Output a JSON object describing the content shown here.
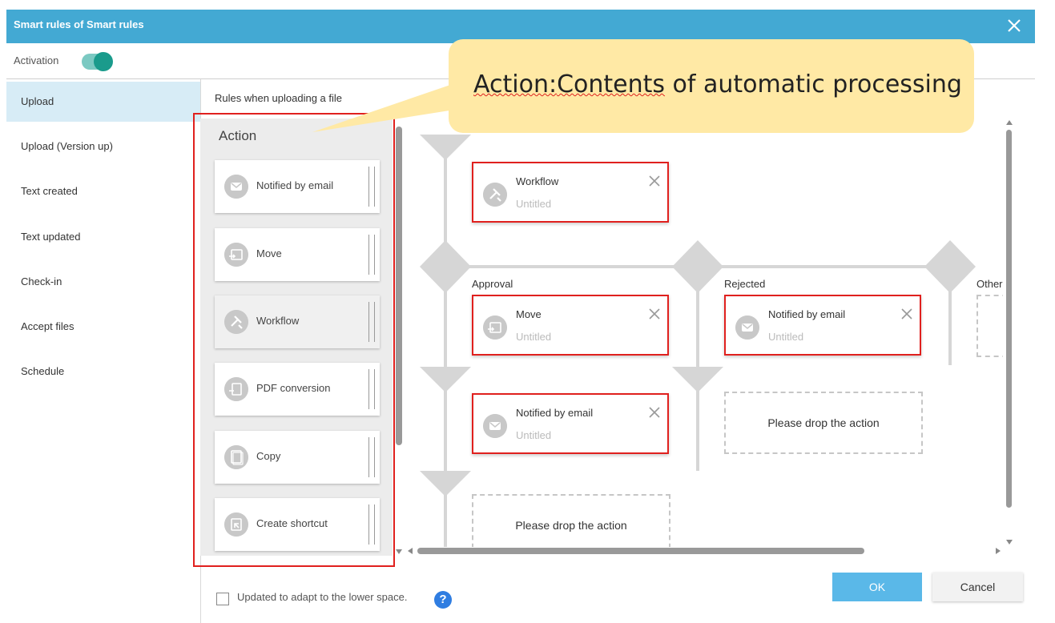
{
  "dialog": {
    "title": "Smart rules of Smart rules"
  },
  "activation": {
    "label": "Activation",
    "enabled": true
  },
  "sidebar": {
    "items": [
      {
        "label": "Upload",
        "active": true
      },
      {
        "label": "Upload (Version up)"
      },
      {
        "label": "Text created"
      },
      {
        "label": "Text updated"
      },
      {
        "label": "Check-in"
      },
      {
        "label": "Accept files"
      },
      {
        "label": "Schedule"
      }
    ]
  },
  "rules_label": "Rules when uploading a file",
  "action_panel": {
    "title": "Action",
    "items": [
      {
        "label": "Notified by email",
        "icon": "envelope-icon"
      },
      {
        "label": "Move",
        "icon": "move-icon"
      },
      {
        "label": "Workflow",
        "icon": "workflow-icon"
      },
      {
        "label": "PDF conversion",
        "icon": "pdf-icon"
      },
      {
        "label": "Copy",
        "icon": "copy-icon"
      },
      {
        "label": "Create shortcut",
        "icon": "shortcut-icon"
      }
    ]
  },
  "flow": {
    "workflow_card": {
      "title": "Workflow",
      "subtitle": "Untitled"
    },
    "branches": {
      "approval": "Approval",
      "rejected": "Rejected",
      "other": "Other"
    },
    "approval_move": {
      "title": "Move",
      "subtitle": "Untitled"
    },
    "rejected_email": {
      "title": "Notified by email",
      "subtitle": "Untitled"
    },
    "approval_email": {
      "title": "Notified by email",
      "subtitle": "Untitled"
    },
    "drop_text_1": "Please drop the action",
    "drop_text_2": "Please drop the action"
  },
  "footer": {
    "checkbox_label": "Updated to adapt to the lower space.",
    "help": "?",
    "ok": "OK",
    "cancel": "Cancel"
  },
  "callout": {
    "prefix": "Action:",
    "underlined": "Contents",
    "suffix": " of automatic processing"
  },
  "colors": {
    "header": "#43a9d3",
    "accent_red": "#e0201e",
    "toggle": "#1a9b8c",
    "callout": "#ffe9a5",
    "ok": "#5ab8e8"
  }
}
